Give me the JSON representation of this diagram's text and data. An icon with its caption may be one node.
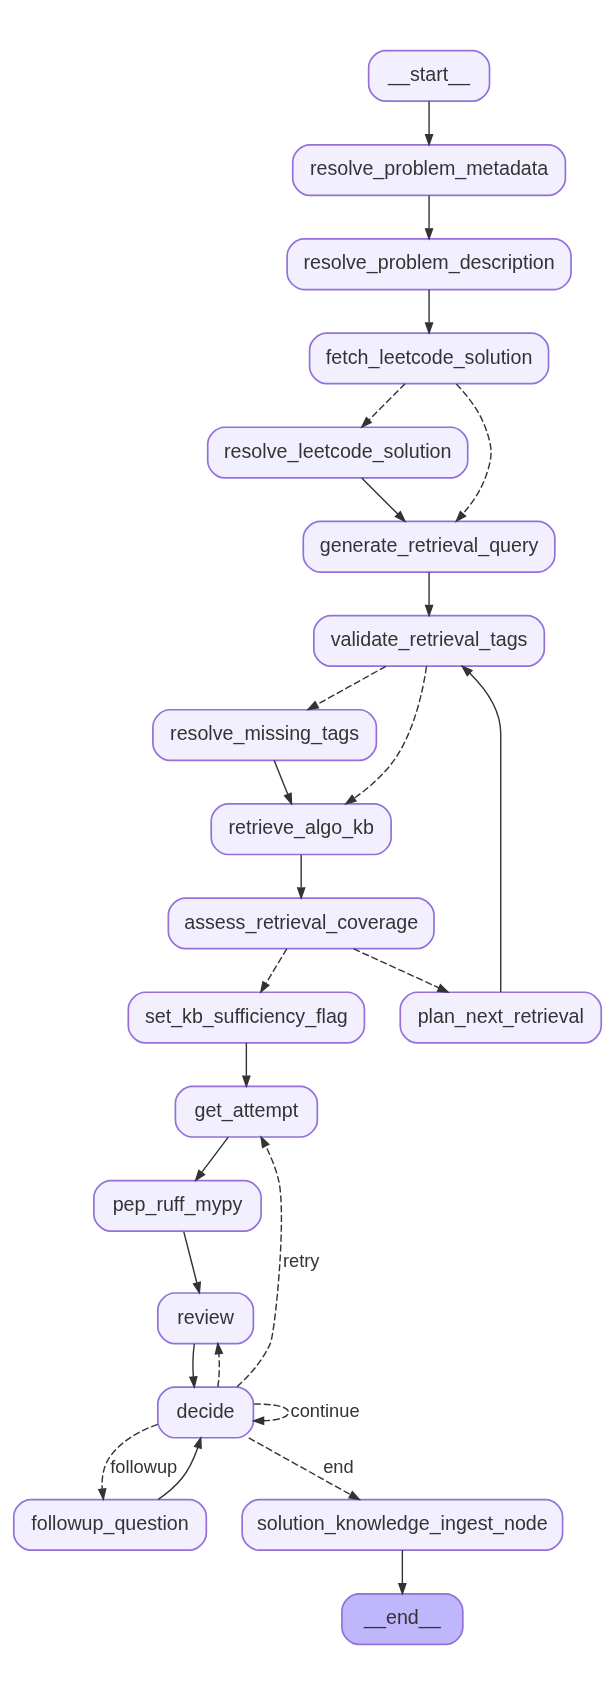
{
  "diagram": {
    "nodes": [
      {
        "text": [
          "__start__"
        ]
      },
      {
        "text": [
          "resolve_problem_metadata"
        ]
      },
      {
        "text": [
          "resolve_problem_description"
        ]
      },
      {
        "text": [
          "fetch_leetcode_solution"
        ]
      },
      {
        "text": [
          "resolve_leetcode_solution"
        ]
      },
      {
        "text": [
          "generate_retrieval_query"
        ]
      },
      {
        "text": [
          "validate_retrieval_tags"
        ]
      },
      {
        "text": [
          "resolve_missing_tags"
        ]
      },
      {
        "text": [
          "retrieve_algo_kb"
        ]
      },
      {
        "text": [
          "assess_retrieval_coverage"
        ]
      },
      {
        "text": [
          "plan_next_retrieval"
        ]
      },
      {
        "text": [
          "set_kb_sufficiency_flag"
        ]
      },
      {
        "text": [
          "get_attempt"
        ]
      },
      {
        "text": [
          "pep_ruff_mypy"
        ]
      },
      {
        "text": [
          "review"
        ]
      },
      {
        "text": [
          "decide"
        ]
      },
      {
        "text": [
          "followup_question"
        ]
      },
      {
        "text": [
          "solution_knowledge_ingest_node"
        ]
      },
      {
        "text": [
          "__end__"
        ]
      }
    ],
    "edges": [
      {
        "from": 0,
        "to": 1,
        "arrow": "to"
      },
      {
        "from": 1,
        "to": 2,
        "arrow": "to"
      },
      {
        "from": 2,
        "to": 3,
        "arrow": "to"
      },
      {
        "from": 3,
        "to": 4,
        "arrow": "to",
        "style": "dashed"
      },
      {
        "from": 3,
        "to": 5,
        "arrow": "to",
        "style": "dashed"
      },
      {
        "from": 4,
        "to": 5,
        "arrow": "to"
      },
      {
        "from": 5,
        "to": 6,
        "arrow": "to"
      },
      {
        "from": 6,
        "to": 7,
        "arrow": "to",
        "style": "dashed"
      },
      {
        "from": 6,
        "to": 8,
        "arrow": "to",
        "style": "dashed"
      },
      {
        "from": 7,
        "to": 8,
        "arrow": "to"
      },
      {
        "from": 8,
        "to": 9,
        "arrow": "to"
      },
      {
        "from": 9,
        "to": 10,
        "arrow": "to",
        "style": "dashed"
      },
      {
        "from": 9,
        "to": 11,
        "arrow": "to",
        "style": "dashed"
      },
      {
        "from": 10,
        "to": 6,
        "arrow": "to"
      },
      {
        "from": 11,
        "to": 12,
        "arrow": "to"
      },
      {
        "from": 12,
        "to": 13,
        "arrow": "to"
      },
      {
        "from": 13,
        "to": 14,
        "arrow": "to"
      },
      {
        "from": 14,
        "to": 15,
        "arrow": "to"
      },
      {
        "from": 15,
        "to": 12,
        "arrow": "to",
        "style": "dashed",
        "label": "retry"
      },
      {
        "from": 15,
        "to": 14,
        "arrow": "to",
        "style": "dashed"
      },
      {
        "from": 15,
        "to": 16,
        "arrow": "to",
        "style": "dashed",
        "label": "followup"
      },
      {
        "from": 15,
        "to": 17,
        "arrow": "to",
        "style": "dashed",
        "label": "end"
      },
      {
        "from": 15,
        "to": 15,
        "arrow": "to",
        "style": "dashed",
        "label": "continue"
      },
      {
        "from": 16,
        "to": 15,
        "arrow": "to"
      },
      {
        "from": 17,
        "to": 18,
        "arrow": "to"
      }
    ]
  }
}
